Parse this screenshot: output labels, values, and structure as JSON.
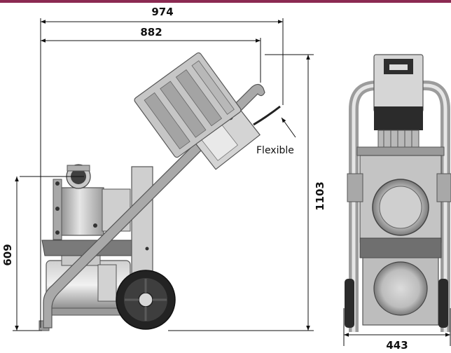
{
  "drawing": {
    "dimensions": {
      "overall_length": "974",
      "length_to_motor": "882",
      "overall_height": "1103",
      "pump_height": "609",
      "width": "443"
    },
    "callout": "Flexible"
  },
  "colors": {
    "accent_bar": "#8b2a52",
    "line": "#111111",
    "frame": "#9c9c9c",
    "body": "#b5b5b5",
    "dark": "#2f2f2f"
  }
}
